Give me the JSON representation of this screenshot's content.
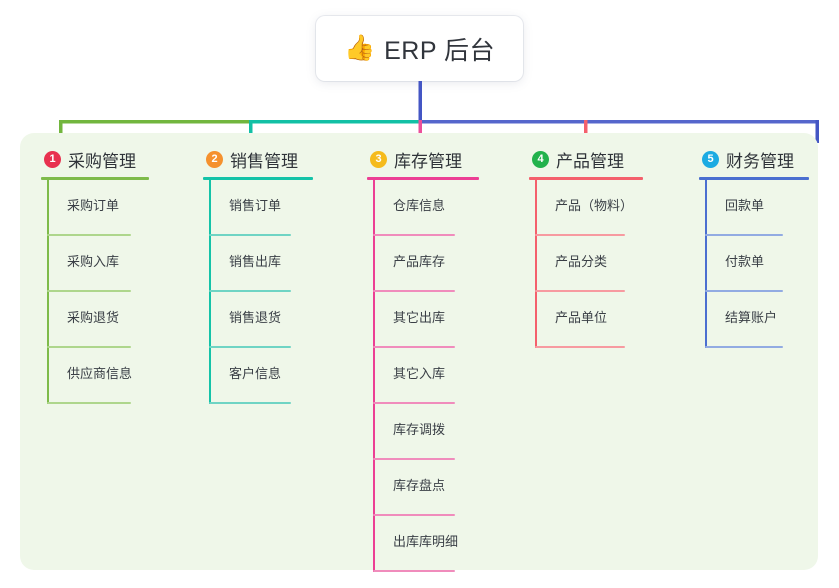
{
  "root": {
    "icon": "thumbs-up-emoji",
    "icon_glyph": "👍",
    "title": "ERP 后台"
  },
  "palette": {
    "panel_bg": "#eff7e9",
    "page_bg": "#ffffff",
    "root_drop": "#4456c4",
    "bar_green": "#72b63e",
    "bar_teal": "#12c0a5",
    "bar_blue": "#5566cc",
    "drop_pink": "#ec4f9a",
    "drop_red": "#f4606c"
  },
  "branches": [
    {
      "index": "1",
      "title": "采购管理",
      "badge_color": "#e8314f",
      "line_color": "#7ebb4a",
      "tint_color": "#aed68c",
      "connector_color": "#72b63e",
      "children": [
        "采购订单",
        "采购入库",
        "采购退货",
        "供应商信息"
      ]
    },
    {
      "index": "2",
      "title": "销售管理",
      "badge_color": "#f5912e",
      "line_color": "#14c3a8",
      "tint_color": "#6fd4c4",
      "connector_color": "#12c0a5",
      "children": [
        "销售订单",
        "销售出库",
        "销售退货",
        "客户信息"
      ]
    },
    {
      "index": "3",
      "title": "库存管理",
      "badge_color": "#f5bb1c",
      "line_color": "#ec3f94",
      "tint_color": "#f08cbc",
      "connector_color": "#ec4f9a",
      "children": [
        "仓库信息",
        "产品库存",
        "其它出库",
        "其它入库",
        "库存调拨",
        "库存盘点",
        "出库库明细"
      ]
    },
    {
      "index": "4",
      "title": "产品管理",
      "badge_color": "#22b24c",
      "line_color": "#f4606c",
      "tint_color": "#f79aa0",
      "connector_color": "#f4606c",
      "children": [
        "产品（物料）",
        "产品分类",
        "产品单位"
      ]
    },
    {
      "index": "5",
      "title": "财务管理",
      "badge_color": "#1cabe2",
      "line_color": "#4b6fd0",
      "tint_color": "#92abe2",
      "connector_color": "#4456c4",
      "children": [
        "回款单",
        "付款单",
        "结算账户"
      ]
    }
  ]
}
